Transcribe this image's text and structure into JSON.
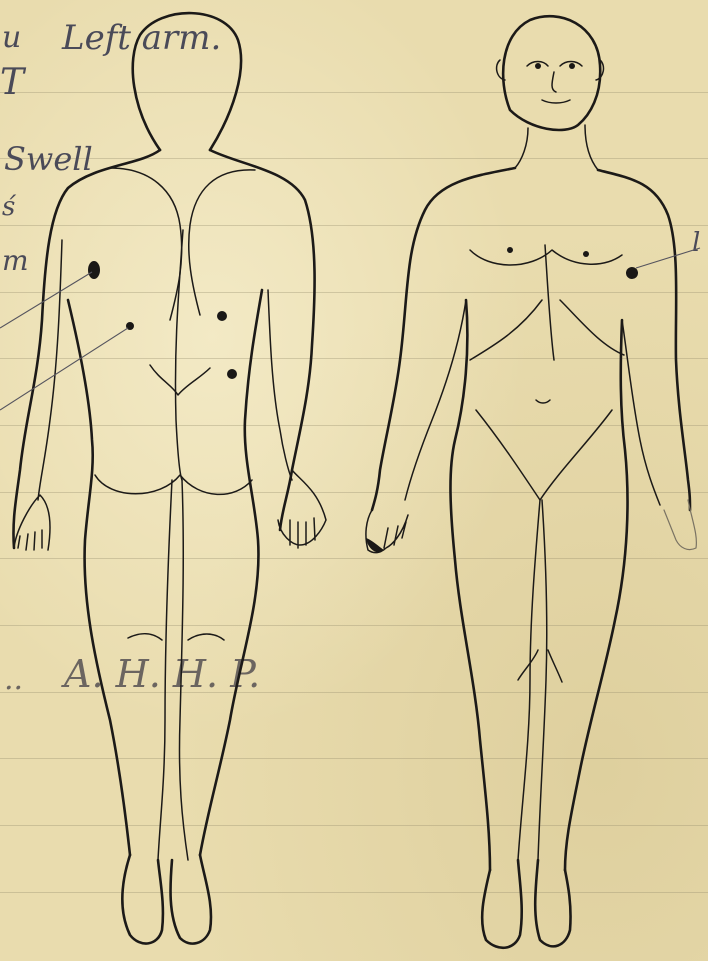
{
  "annotations": {
    "note_top": "Left arm.",
    "note_top_prefix": "u",
    "note_swell": "Swell",
    "note_edge_a": "T",
    "note_edge_b": "ś",
    "note_edge_c": "m",
    "note_right_edge": "l",
    "signature": "A. H. H. P.",
    "signature_prefix": ".."
  },
  "figures": {
    "back_view": "body-outline-back",
    "front_view": "body-outline-front"
  },
  "colors": {
    "paper": "#e9dcae",
    "ink": "#1c1a18",
    "handwriting": "#3b3a3c"
  }
}
